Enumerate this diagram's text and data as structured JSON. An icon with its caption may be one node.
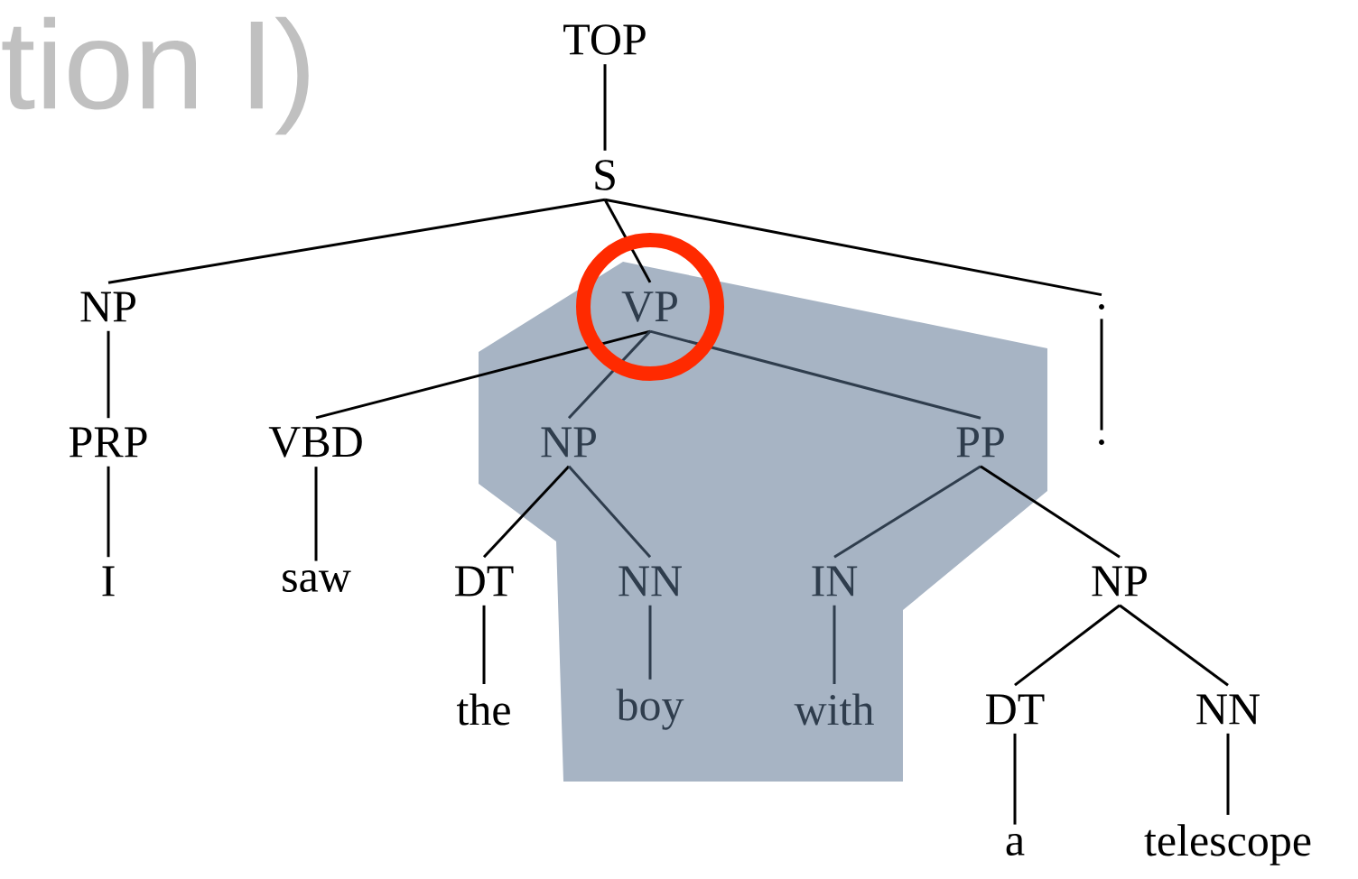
{
  "diagram": {
    "nodes": [
      {
        "text": [
          "TOP"
        ]
      },
      {
        "text": [
          "S"
        ]
      },
      {
        "text": [
          "NP"
        ]
      },
      {
        "text": [
          "VP"
        ]
      },
      {
        "text": [
          "."
        ]
      },
      {
        "text": [
          "PRP"
        ]
      },
      {
        "text": [
          "VBD"
        ]
      },
      {
        "text": [
          "NP"
        ]
      },
      {
        "text": [
          "PP"
        ]
      },
      {
        "text": [
          "."
        ]
      },
      {
        "text": [
          "I"
        ]
      },
      {
        "text": [
          "saw"
        ]
      },
      {
        "text": [
          "DT"
        ]
      },
      {
        "text": [
          "NN"
        ]
      },
      {
        "text": [
          "IN"
        ]
      },
      {
        "text": [
          "NP"
        ]
      },
      {
        "text": [
          "the"
        ]
      },
      {
        "text": [
          "boy"
        ]
      },
      {
        "text": [
          "with"
        ]
      },
      {
        "text": [
          "DT"
        ]
      },
      {
        "text": [
          "NN"
        ]
      },
      {
        "text": [
          "a"
        ]
      },
      {
        "text": [
          "telescope"
        ]
      }
    ],
    "edges": [
      {
        "from": 0,
        "to": 1,
        "arrow": "none"
      },
      {
        "from": 1,
        "to": 2,
        "arrow": "none"
      },
      {
        "from": 1,
        "to": 3,
        "arrow": "none"
      },
      {
        "from": 1,
        "to": 4,
        "arrow": "none"
      },
      {
        "from": 2,
        "to": 5,
        "arrow": "none"
      },
      {
        "from": 3,
        "to": 6,
        "arrow": "none"
      },
      {
        "from": 3,
        "to": 7,
        "arrow": "none"
      },
      {
        "from": 3,
        "to": 8,
        "arrow": "none"
      },
      {
        "from": 4,
        "to": 9,
        "arrow": "none"
      },
      {
        "from": 5,
        "to": 10,
        "arrow": "none"
      },
      {
        "from": 6,
        "to": 11,
        "arrow": "none"
      },
      {
        "from": 7,
        "to": 12,
        "arrow": "none"
      },
      {
        "from": 7,
        "to": 13,
        "arrow": "none"
      },
      {
        "from": 8,
        "to": 14,
        "arrow": "none"
      },
      {
        "from": 8,
        "to": 15,
        "arrow": "none"
      },
      {
        "from": 12,
        "to": 16,
        "arrow": "none"
      },
      {
        "from": 13,
        "to": 17,
        "arrow": "none"
      },
      {
        "from": 14,
        "to": 18,
        "arrow": "none"
      },
      {
        "from": 15,
        "to": 19,
        "arrow": "none"
      },
      {
        "from": 15,
        "to": 20,
        "arrow": "none"
      },
      {
        "from": 19,
        "to": 21,
        "arrow": "none"
      },
      {
        "from": 20,
        "to": 22,
        "arrow": "none"
      }
    ],
    "labels": [
      "tion I)"
    ]
  }
}
